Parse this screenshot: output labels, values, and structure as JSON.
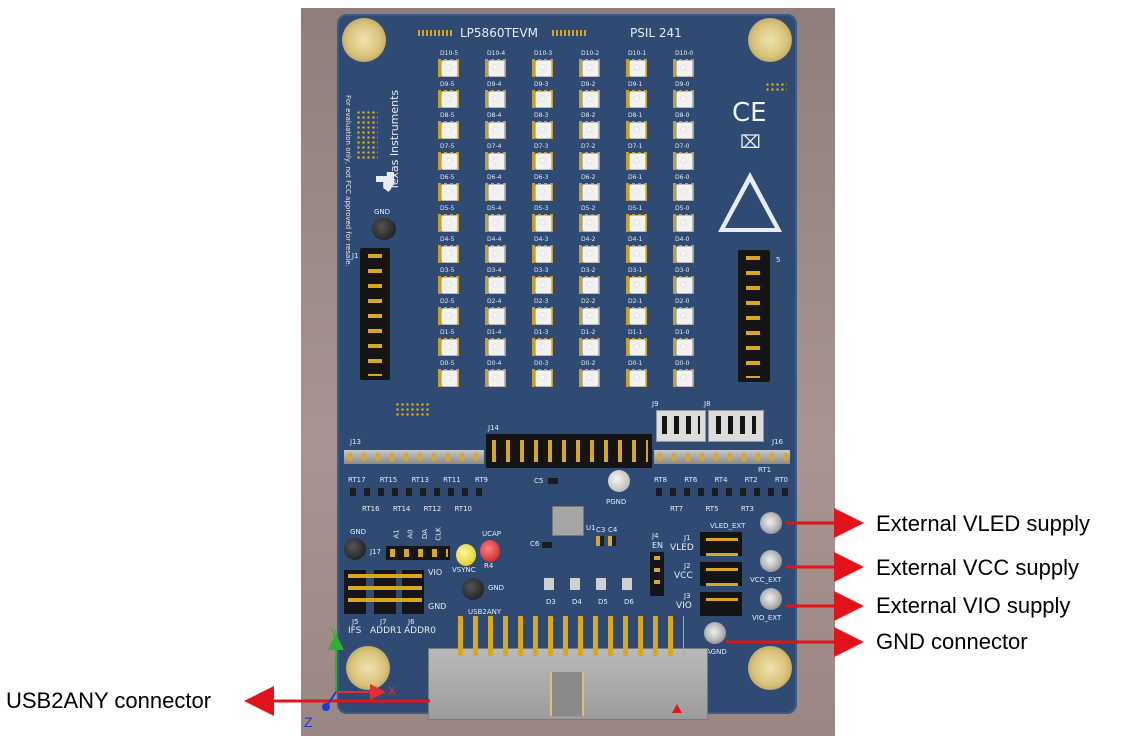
{
  "board": {
    "title_silk": "LP5860TEVM",
    "rev_silk": "PSIL 241",
    "brand_line1": "Texas",
    "brand_line2": "Instruments",
    "disclaimer": "For evaluation only, not FCC approved for resale.",
    "led_labels": [
      [
        "D10-5",
        "D10-4",
        "D10-3",
        "D10-2",
        "D10-1",
        "D10-0"
      ],
      [
        "D9-5",
        "D9-4",
        "D9-3",
        "D9-2",
        "D9-1",
        "D9-0"
      ],
      [
        "D8-5",
        "D8-4",
        "D8-3",
        "D8-2",
        "D8-1",
        "D8-0"
      ],
      [
        "D7-5",
        "D7-4",
        "D7-3",
        "D7-2",
        "D7-1",
        "D7-0"
      ],
      [
        "D6-5",
        "D6-4",
        "D6-3",
        "D6-2",
        "D6-1",
        "D6-0"
      ],
      [
        "D5-5",
        "D5-4",
        "D5-3",
        "D5-2",
        "D5-1",
        "D5-0"
      ],
      [
        "D4-5",
        "D4-4",
        "D4-3",
        "D4-2",
        "D4-1",
        "D4-0"
      ],
      [
        "D3-5",
        "D3-4",
        "D3-3",
        "D3-2",
        "D3-1",
        "D3-0"
      ],
      [
        "D2-5",
        "D2-4",
        "D2-3",
        "D2-2",
        "D2-1",
        "D2-0"
      ],
      [
        "D1-5",
        "D1-4",
        "D1-3",
        "D1-2",
        "D1-1",
        "D1-0"
      ],
      [
        "D0-5",
        "D0-4",
        "D0-3",
        "D0-2",
        "D0-1",
        "D0-0"
      ]
    ],
    "silk": {
      "gnd_top": "GND",
      "j1": "J1",
      "j5": "5",
      "j13": "J13",
      "j14": "J14",
      "j16": "J16",
      "j9": "J9",
      "j8": "J8",
      "rt_top": [
        "RT17",
        "RT15",
        "RT13",
        "RT11",
        "RT9"
      ],
      "rt_bottom": [
        "RT16",
        "RT14",
        "RT12",
        "RT10"
      ],
      "rt_right_top": [
        "RT8",
        "RT6",
        "RT4",
        "RT2",
        "RT0"
      ],
      "rt_right_bottom": [
        "RT7",
        "RT5",
        "RT3"
      ],
      "rt1": "RT1",
      "c5": "C5",
      "pgnd": "PGND",
      "gnd_left": "GND",
      "j17": "J17",
      "a1": "A1",
      "a0": "A0",
      "da": "DA",
      "clk": "CLK",
      "vio": "VIO",
      "gnd_mid": "GND",
      "j5b": "J5",
      "j7": "J7",
      "j6": "J6",
      "ifs": "IFS",
      "addr1": "ADDR1",
      "addr0": "ADDR0",
      "ucap": "UCAP",
      "vsync": "VSYNC",
      "r4": "R4",
      "gnd_btm": "GND",
      "usb2any": "USB2ANY",
      "c6": "C6",
      "u1": "U1",
      "c3": "C3",
      "c4": "C4",
      "j4": "J4",
      "en": "EN",
      "vled_ext": "VLED_EXT",
      "j1b": "J1",
      "vled": "VLED",
      "j2": "J2",
      "vcc": "VCC",
      "j3": "J3",
      "vio_r": "VIO",
      "vcc_ext": "VCC_EXT",
      "vio_ext": "VIO_EXT",
      "agnd": "AGND",
      "d3": "D3",
      "d4": "D4",
      "d5": "D5",
      "d6": "D6"
    }
  },
  "axes": {
    "y": "Y",
    "x": "X",
    "z": "Z"
  },
  "callouts": {
    "vled": "External VLED supply",
    "vcc": "External VCC supply",
    "vio": "External VIO supply",
    "gnd": "GND connector",
    "usb": "USB2ANY connector"
  },
  "colors": {
    "pcb": "#2f4a73",
    "background_plate": "#9b8a86",
    "arrow": "#e0141a",
    "gold": "#d9a820",
    "silk": "#e8ecf2"
  }
}
